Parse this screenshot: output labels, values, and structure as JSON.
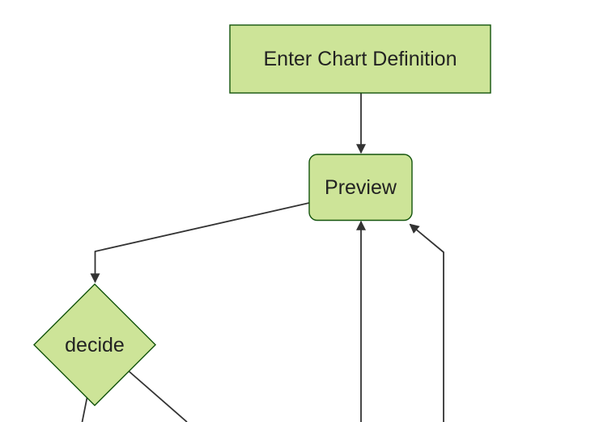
{
  "diagram": {
    "type": "flowchart",
    "orientation": "top-down",
    "nodes": [
      {
        "id": "enter-chart-definition",
        "shape": "rectangle",
        "label": "Enter Chart Definition"
      },
      {
        "id": "preview",
        "shape": "rounded-rectangle",
        "label": "Preview"
      },
      {
        "id": "decide",
        "shape": "diamond",
        "label": "decide"
      }
    ],
    "edges": [
      {
        "from": "enter-chart-definition",
        "to": "preview",
        "arrowhead": "visible"
      },
      {
        "from": "preview",
        "to": "decide",
        "arrowhead": "visible"
      },
      {
        "from": "offscreen-bottom-center",
        "to": "preview",
        "arrowhead": "visible"
      },
      {
        "from": "offscreen-bottom-right",
        "to": "preview",
        "arrowhead": "visible"
      },
      {
        "from": "decide",
        "to": "offscreen-bottom-left",
        "arrowhead": "offscreen"
      },
      {
        "from": "decide",
        "to": "offscreen-bottom-right",
        "arrowhead": "offscreen"
      }
    ]
  },
  "theme": {
    "node_fill": "#cde498",
    "node_stroke": "#13540c",
    "edge_color": "#333333",
    "text_color": "#222222",
    "background": "#ffffff"
  }
}
